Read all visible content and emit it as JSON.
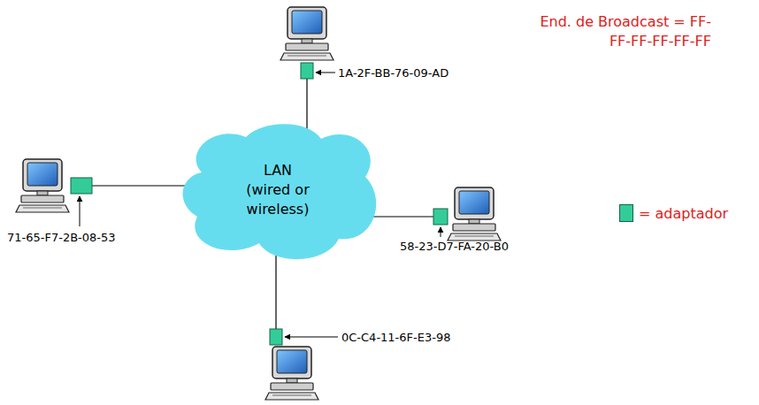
{
  "diagram": {
    "nodes": [
      {
        "text": [
          "LAN (wired or wireless)"
        ]
      }
    ],
    "labels": [
      "1A-2F-BB-76-09-AD",
      "71-65-F7-2B-08-53",
      "58-23-D7-FA-20-B0",
      "0C-C4-11-6F-E3-98",
      "End. de Broadcast = FF-FF-FF-FF-FF-FF"
    ],
    "legend": [
      {
        "text": "= adaptador",
        "color": "#33cc99"
      }
    ]
  }
}
